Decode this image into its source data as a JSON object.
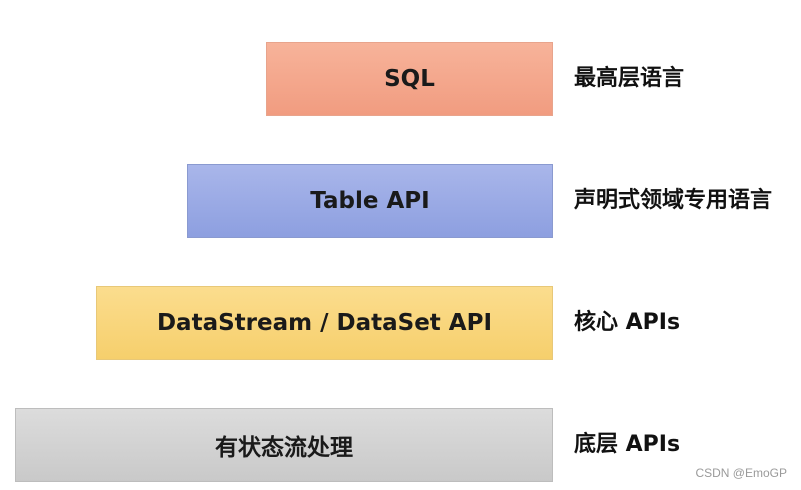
{
  "layers": [
    {
      "label": "SQL",
      "description": "最高层语言",
      "fill_top": "#f7b39a",
      "fill_bottom": "#f19c80"
    },
    {
      "label": "Table API",
      "description": "声明式领域专用语言",
      "fill_top": "#a9b6ea",
      "fill_bottom": "#8d9fe0"
    },
    {
      "label": "DataStream / DataSet API",
      "description": "核心 APIs",
      "fill_top": "#fbdd8e",
      "fill_bottom": "#f6cf6c"
    },
    {
      "label": "有状态流处理",
      "description": "底层 APIs",
      "fill_top": "#dcdcdc",
      "fill_bottom": "#c9c9c9"
    }
  ],
  "watermark": "CSDN @EmoGP"
}
